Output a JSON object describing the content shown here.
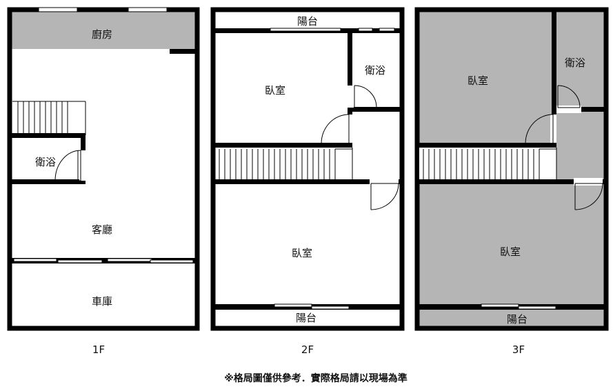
{
  "floors": [
    {
      "name": "1F",
      "rooms": {
        "kitchen": "廚房",
        "bath": "衛浴",
        "living": "客廳",
        "garage": "車庫"
      }
    },
    {
      "name": "2F",
      "rooms": {
        "balcony_top": "陽台",
        "bedroom_top": "臥室",
        "bath": "衛浴",
        "bedroom_bottom": "臥室",
        "balcony_bottom": "陽台"
      }
    },
    {
      "name": "3F",
      "rooms": {
        "bedroom_top": "臥室",
        "bath": "衛浴",
        "bedroom_bottom": "臥室",
        "balcony_bottom": "陽台"
      }
    }
  ],
  "note": "※格局圖僅供參考．實際格局請以現場為準",
  "colors": {
    "wall": "#000000",
    "shaded_room": "#b5b5b5",
    "background": "#ffffff"
  }
}
